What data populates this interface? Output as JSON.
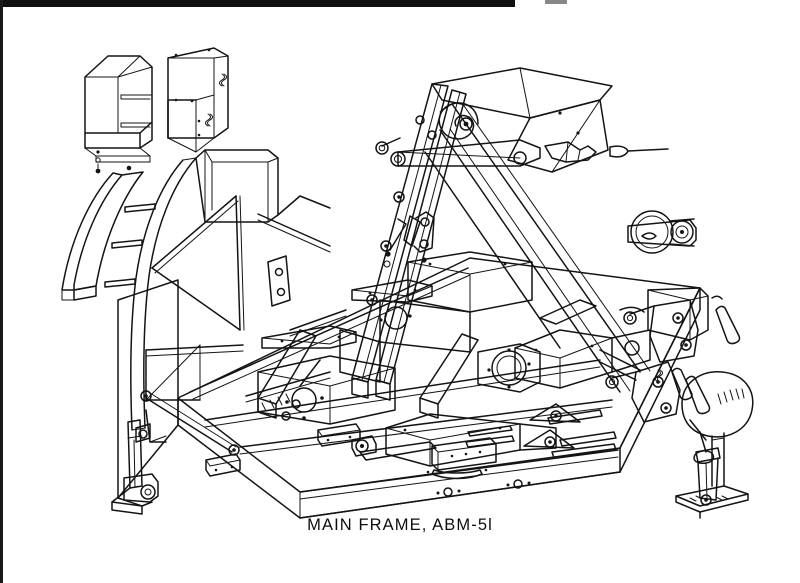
{
  "document": {
    "caption": "MAIN FRAME, ABM-5l",
    "kind": "exploded isometric parts diagram",
    "ink_color": "#141414",
    "background_color": "#ffffff"
  },
  "artifacts": {
    "top_scan_band": "black scan bar across upper edge",
    "left_border": "thin dark page border line"
  },
  "parts": [
    {
      "name": "sheet-metal-cover-left",
      "note": "exploded formed cover, top-left"
    },
    {
      "name": "sheet-metal-cover-right",
      "note": "exploded box bracket with fasteners"
    },
    {
      "name": "curved-fender-panel",
      "note": "curved shield with three mounting tabs"
    },
    {
      "name": "arched-frame-member",
      "note": "arched upright frame with gusset braces"
    },
    {
      "name": "boom-mast",
      "note": "tall inclined mast / lift arm"
    },
    {
      "name": "top-pivot-plate",
      "note": "upper plate with spiral reel and latch"
    },
    {
      "name": "pulley-sheave-assembly",
      "note": "sheave with bracket and roller, right side"
    },
    {
      "name": "pedestal-seat",
      "note": "pan seat on post with base plate"
    },
    {
      "name": "main-deck-platform",
      "note": "primary frame deck with mounting pads"
    },
    {
      "name": "pivot-bracket-set",
      "note": "drilled pivot brackets, right frame end"
    },
    {
      "name": "diagonal-brace",
      "note": "pinned diagonal brace, left leg"
    },
    {
      "name": "hardware-callouts",
      "note": "exploded pins, bolts, washers, shims"
    }
  ]
}
